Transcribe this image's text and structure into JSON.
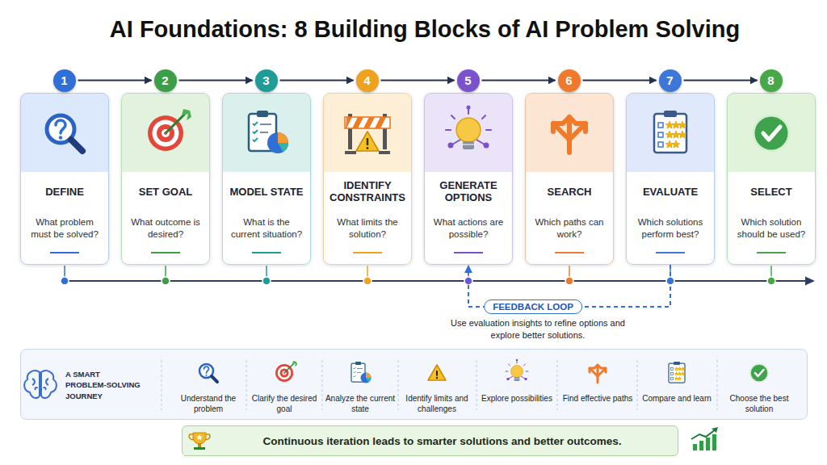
{
  "diagram": {
    "title": "AI Foundations: 8 Building Blocks of AI Problem Solving",
    "nodes": [
      {
        "text": [
          "DEFINE",
          "What problem must be solved?"
        ]
      },
      {
        "text": [
          "1"
        ],
        "in": 0
      },
      {
        "text": [
          "SET GOAL",
          "What outcome is desired?"
        ]
      },
      {
        "text": [
          "2"
        ],
        "in": 2
      },
      {
        "text": [
          "MODEL STATE",
          "What is the current situation?"
        ]
      },
      {
        "text": [
          "3"
        ],
        "in": 4
      },
      {
        "text": [
          "IDENTIFY CONSTRAINTS",
          "What limits the solution?"
        ]
      },
      {
        "text": [
          "4"
        ],
        "in": 6
      },
      {
        "text": [
          "GENERATE OPTIONS",
          "What actions are possible?"
        ]
      },
      {
        "text": [
          "5"
        ],
        "in": 8
      },
      {
        "text": [
          "SEARCH",
          "Which paths can work?"
        ]
      },
      {
        "text": [
          "6"
        ],
        "in": 10
      },
      {
        "text": [
          "EVALUATE",
          "Which solutions perform best?"
        ]
      },
      {
        "text": [
          "7"
        ],
        "in": 12
      },
      {
        "text": [
          "SELECT",
          "Which solution should be used?"
        ]
      },
      {
        "text": [
          "8"
        ],
        "in": 14
      },
      {
        "text": [
          "A SMART PROBLEM-SOLVING JOURNEY",
          "Understand the problem",
          "Clarify the desired goal",
          "Analyze the current state",
          "Identify limits and challenges",
          "Explore possibilities",
          "Find effective paths",
          "Compare and learn",
          "Choose the best solution"
        ]
      },
      {
        "text": [
          "Continuous iteration leads to smarter solutions and better outcomes."
        ]
      }
    ],
    "edges": [
      {
        "from": 1,
        "to": 3,
        "arrow": "to"
      },
      {
        "from": 3,
        "to": 5,
        "arrow": "to"
      },
      {
        "from": 5,
        "to": 7,
        "arrow": "to"
      },
      {
        "from": 7,
        "to": 9,
        "arrow": "to"
      },
      {
        "from": 9,
        "to": 11,
        "arrow": "to"
      },
      {
        "from": 11,
        "to": 13,
        "arrow": "to"
      },
      {
        "from": 13,
        "to": 15,
        "arrow": "to"
      },
      {
        "from": 12,
        "to": 8,
        "label": "FEEDBACK LOOP",
        "arrow": "to"
      }
    ],
    "labels": [
      "Use evaluation insights to refine options and explore better solutions."
    ]
  }
}
